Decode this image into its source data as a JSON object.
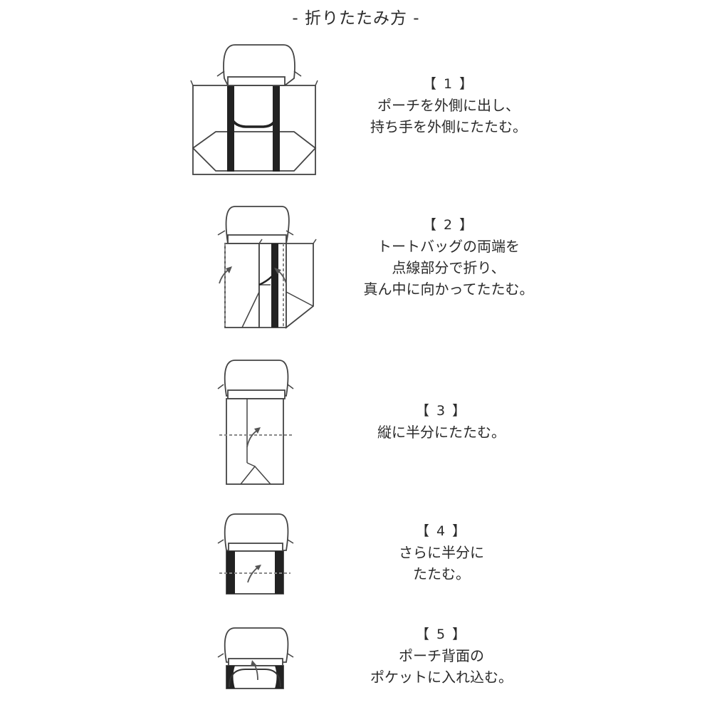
{
  "title": "- 折りたたみ方 -",
  "steps": [
    {
      "number": "【 1 】",
      "lines": [
        "ポーチを外側に出し、",
        "持ち手を外側にたたむ。"
      ]
    },
    {
      "number": "【 2 】",
      "lines": [
        "トートバッグの両端を",
        "点線部分で折り、",
        "真ん中に向かってたたむ。"
      ]
    },
    {
      "number": "【 3 】",
      "lines": [
        "縦に半分にたたむ。"
      ]
    },
    {
      "number": "【 4 】",
      "lines": [
        "さらに半分に",
        "たたむ。"
      ]
    },
    {
      "number": "【 5 】",
      "lines": [
        "ポーチ背面の",
        "ポケットに入れ込む。"
      ]
    }
  ],
  "illustrations": [
    {
      "step": 1,
      "icon": "tote-bag-handles-out-icon"
    },
    {
      "step": 2,
      "icon": "tote-bag-fold-sides-icon"
    },
    {
      "step": 3,
      "icon": "tote-bag-fold-half-vertical-icon"
    },
    {
      "step": 4,
      "icon": "tote-bag-fold-half-again-icon"
    },
    {
      "step": 5,
      "icon": "tote-bag-insert-pocket-icon"
    }
  ],
  "colors": {
    "line": "#444444",
    "handle": "#222222",
    "dash": "#888888",
    "text": "#2b2b2b"
  }
}
